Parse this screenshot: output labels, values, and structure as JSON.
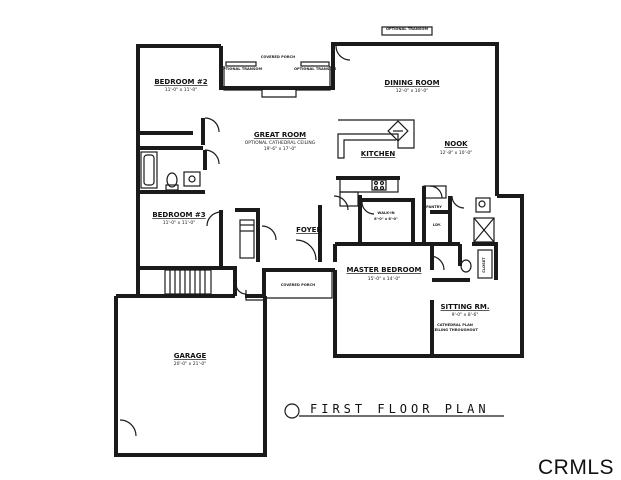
{
  "title": "FIRST FLOOR PLAN",
  "watermark": "CRMLS",
  "rooms": {
    "bedroom2": {
      "name": "BEDROOM #2",
      "dim": "11'-0\" x 11'-0\""
    },
    "bedroom3": {
      "name": "BEDROOM #3",
      "dim": "11'-0\" x 11'-0\""
    },
    "great_room": {
      "name": "GREAT ROOM",
      "note": "OPTIONAL CATHEDRAL CEILING",
      "dim": "19'-6\" x 17'-0\""
    },
    "dining_room": {
      "name": "DINING ROOM",
      "dim": "12'-0\" x 10'-0\""
    },
    "nook": {
      "name": "NOOK",
      "dim": "12'-8\" x 10'-0\""
    },
    "kitchen": {
      "name": "KITCHEN"
    },
    "foyer": {
      "name": "FOYER"
    },
    "master_bedroom": {
      "name": "MASTER BEDROOM",
      "dim": "15'-0\" x 14'-0\""
    },
    "sitting_rm": {
      "name": "SITTING RM.",
      "dim": "9'-0\" x 8'-6\""
    },
    "garage": {
      "name": "GARAGE",
      "dim": "20'-0\" x 21'-0\""
    }
  },
  "labels": {
    "covered_porch_top": "COVERED PORCH",
    "covered_porch_front": "COVERED PORCH",
    "optional_transom_top": "OPTIONAL TRANSOM",
    "optional_transom_left": "OPTIONAL TRANSOM",
    "optional_transom_right": "OPTIONAL TRANSOM",
    "walk_in": "WALK-IN",
    "walk_in_dim": "6'-0\" x 6'-0\"",
    "pantry": "PANTRY",
    "laundry": "LDY.",
    "closet": "CLOSET",
    "cathedral_note": "CATHEDRAL PLAN",
    "cathedral_note2": "CEILING THROUGHOUT"
  }
}
